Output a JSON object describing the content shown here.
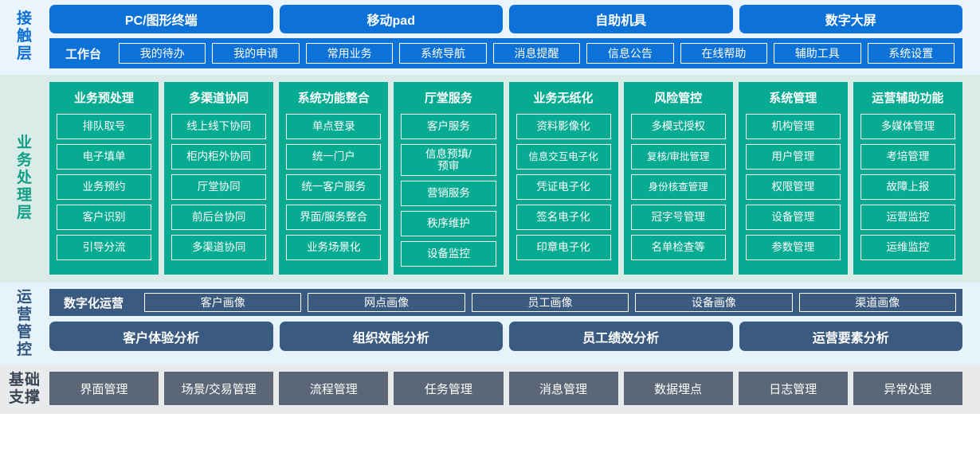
{
  "layers": {
    "contact": {
      "label": "接触层",
      "channels": [
        "PC/图形终端",
        "移动pad",
        "自助机具",
        "数字大屏"
      ],
      "workbench_title": "工作台",
      "workbench_items": [
        "我的待办",
        "我的申请",
        "常用业务",
        "系统导航",
        "消息提醒",
        "信息公告",
        "在线帮助",
        "辅助工具",
        "系统设置"
      ]
    },
    "business": {
      "label": "业务处理层",
      "columns": [
        {
          "title": "业务预处理",
          "items": [
            "排队取号",
            "电子填单",
            "业务预约",
            "客户识别",
            "引导分流"
          ]
        },
        {
          "title": "多渠道协同",
          "items": [
            "线上线下协同",
            "柜内柜外协同",
            "厅堂协同",
            "前后台协同",
            "多渠道协同"
          ]
        },
        {
          "title": "系统功能整合",
          "items": [
            "单点登录",
            "统一门户",
            "统一客户服务",
            "界面/服务整合",
            "业务场景化"
          ]
        },
        {
          "title": "厅堂服务",
          "items": [
            "客户服务",
            "信息预填/\n预审",
            "营销服务",
            "秩序维护",
            "设备监控"
          ]
        },
        {
          "title": "业务无纸化",
          "items": [
            "资料影像化",
            "信息交互电子化",
            "凭证电子化",
            "签名电子化",
            "印章电子化"
          ]
        },
        {
          "title": "风险管控",
          "items": [
            "多模式授权",
            "复核/审批管理",
            "身份核查管理",
            "冠字号管理",
            "名单检查等"
          ]
        },
        {
          "title": "系统管理",
          "items": [
            "机构管理",
            "用户管理",
            "权限管理",
            "设备管理",
            "参数管理"
          ]
        },
        {
          "title": "运营辅助功能",
          "items": [
            "多媒体管理",
            "考培管理",
            "故障上报",
            "运营监控",
            "运维监控"
          ]
        }
      ]
    },
    "operations": {
      "label": "运营管控",
      "row1_title": "数字化运营",
      "row1_chips": [
        "客户画像",
        "网点画像",
        "员工画像",
        "设备画像",
        "渠道画像"
      ],
      "row2_items": [
        "客户体验分析",
        "组织效能分析",
        "员工绩效分析",
        "运营要素分析"
      ]
    },
    "foundation": {
      "label": "基础支撑",
      "items": [
        "界面管理",
        "场景/交易管理",
        "流程管理",
        "任务管理",
        "消息管理",
        "数据埋点",
        "日志管理",
        "异常处理"
      ]
    }
  },
  "colors": {
    "blue": "#0d72d8",
    "teal": "#06ab91",
    "slate_blue": "#3a5a80",
    "gray": "#5b6677",
    "contact_bg": "#eaf4fc",
    "business_bg": "#d9ece7",
    "ops_bg": "#e6f3fb",
    "foundation_bg": "#e9eaec"
  }
}
